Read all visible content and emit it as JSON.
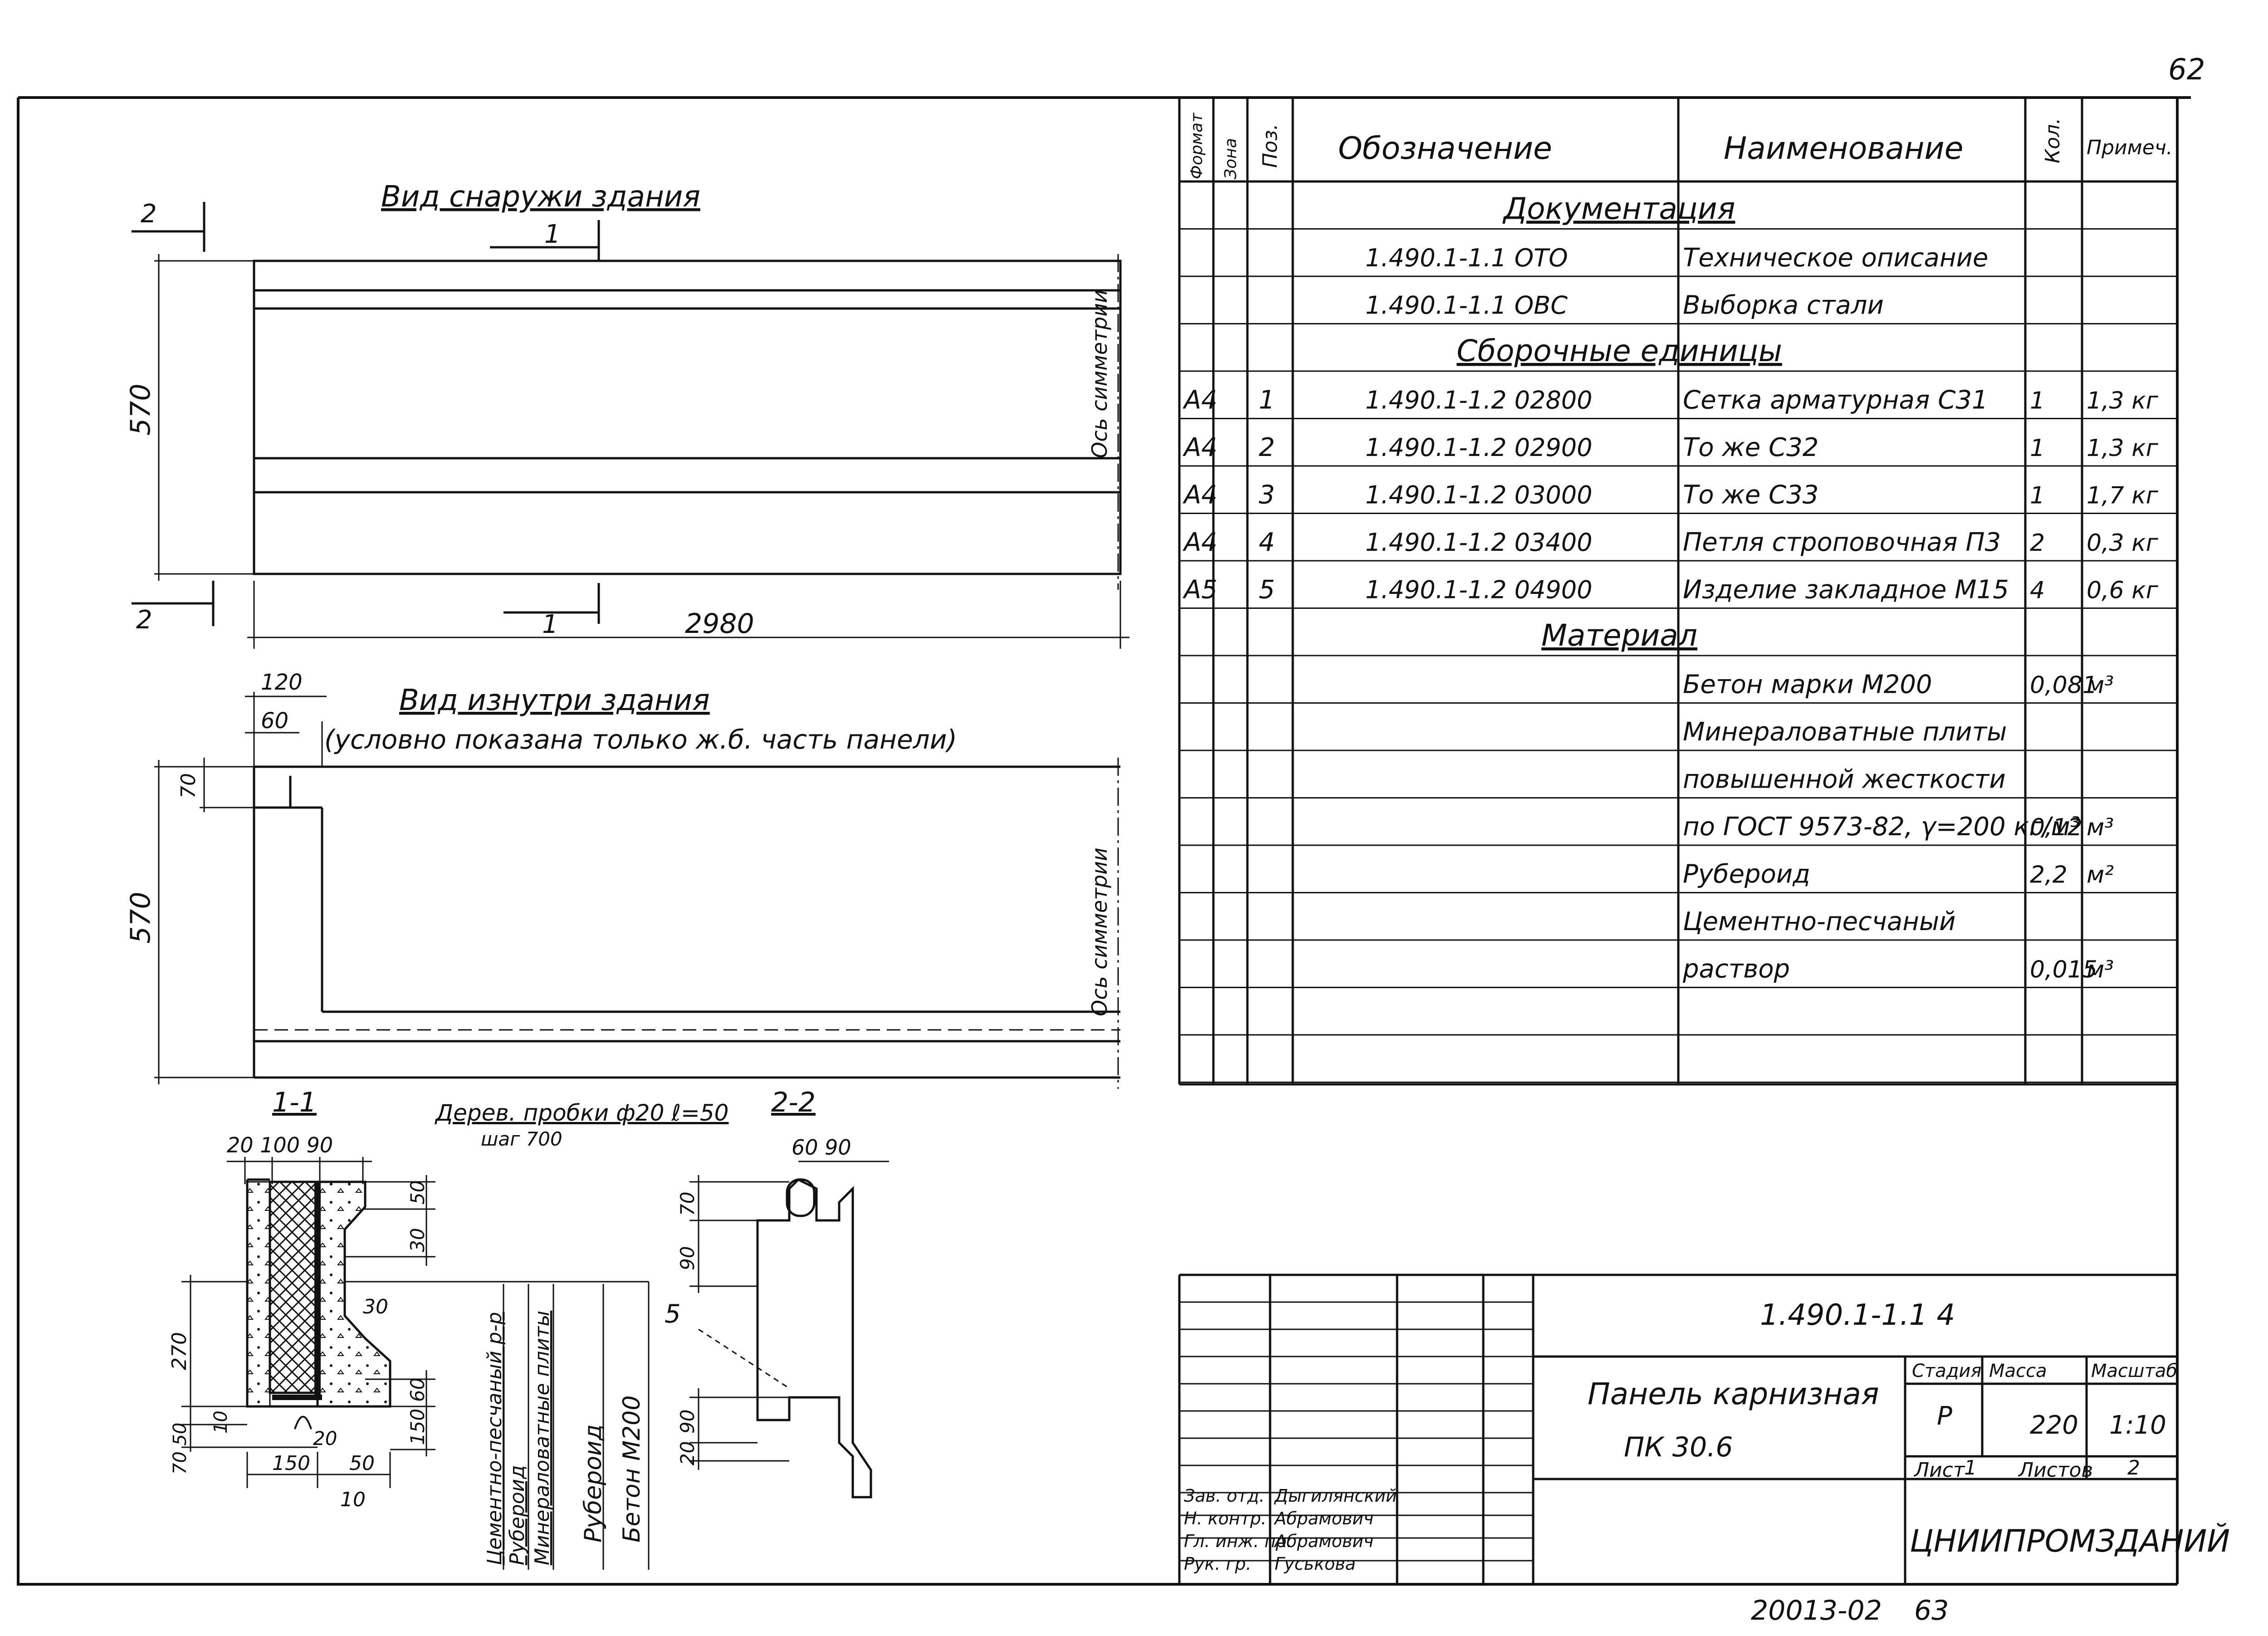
{
  "page": {
    "number": "62",
    "footer_code": "20013-02",
    "footer_page": "63"
  },
  "views": {
    "outside": {
      "title": "Вид снаружи здания",
      "section_mark_1": "1",
      "section_mark_2": "2",
      "height_dim": "570",
      "length_dim": "2980",
      "axis_label": "Ось симметрии"
    },
    "inside": {
      "title": "Вид изнутри здания",
      "note": "(условно показана только ж.б. часть панели)",
      "dim_120": "120",
      "dim_60": "60",
      "dim_70": "70",
      "height_dim": "570",
      "axis_label": "Ось симметрии"
    }
  },
  "section_1": {
    "title": "1-1",
    "note": "Дерев. пробки ф20 ℓ=50",
    "note2": "шаг 700",
    "dims": {
      "top": "20  100  90",
      "d50a": "50",
      "d30a": "30",
      "d30b": "30",
      "d270": "270",
      "d60": "60",
      "d150v": "150",
      "d10": "10",
      "d70_50": "70  50",
      "d20": "20",
      "d150h": "150",
      "d50b": "50",
      "d10b": "10"
    },
    "legend": [
      "Цементно-песчаный р-р",
      "Рубероид",
      "Минераловатные плиты",
      "Рубероид",
      "Бетон М200"
    ]
  },
  "section_2": {
    "title": "2-2",
    "dims": {
      "top": "60  90",
      "d70": "70",
      "d90a": "90",
      "d90b": "90",
      "d20": "20"
    },
    "pos_label": "5"
  },
  "spec_table": {
    "headers": {
      "format": "Формат",
      "zone": "Зона",
      "pos": "Поз.",
      "designation": "Обозначение",
      "name": "Наименование",
      "qty": "Кол.",
      "note": "Примеч."
    },
    "rows": [
      {
        "section": "Документация"
      },
      {
        "designation": "1.490.1-1.1 ОТО",
        "name": "Техническое описание"
      },
      {
        "designation": "1.490.1-1.1 ОВС",
        "name": "Выборка стали"
      },
      {
        "section": "Сборочные единицы"
      },
      {
        "format": "А4",
        "pos": "1",
        "designation": "1.490.1-1.2 02800",
        "name": "Сетка арматурная С31",
        "qty": "1",
        "note": "1,3 кг"
      },
      {
        "format": "А4",
        "pos": "2",
        "designation": "1.490.1-1.2 02900",
        "name": "То же      С32",
        "qty": "1",
        "note": "1,3 кг"
      },
      {
        "format": "А4",
        "pos": "3",
        "designation": "1.490.1-1.2 03000",
        "name": "То же      С33",
        "qty": "1",
        "note": "1,7 кг"
      },
      {
        "format": "А4",
        "pos": "4",
        "designation": "1.490.1-1.2 03400",
        "name": "Петля строповочная П3",
        "qty": "2",
        "note": "0,3 кг"
      },
      {
        "format": "А5",
        "pos": "5",
        "designation": "1.490.1-1.2 04900",
        "name": "Изделие закладное М15",
        "qty": "4",
        "note": "0,6 кг"
      },
      {
        "section": "Материал"
      },
      {
        "name": "Бетон марки М200",
        "qty": "0,081",
        "note": "м³"
      },
      {
        "name": "Минераловатные плиты"
      },
      {
        "name": "повышенной жесткости"
      },
      {
        "name": "по ГОСТ 9573-82, γ=200 кг/м³",
        "qty": "0,12",
        "note": "м³"
      },
      {
        "name": "Рубероид",
        "qty": "2,2",
        "note": "м²"
      },
      {
        "name": "Цементно-песчаный"
      },
      {
        "name": "раствор",
        "qty": "0,015",
        "note": "м³"
      },
      {},
      {}
    ]
  },
  "title_block": {
    "code": "1.490.1-1.1 4",
    "product_name": "Панель карнизная",
    "product_mark": "ПК 30.6",
    "stage_label": "Стадия",
    "mass_label": "Масса",
    "scale_label": "Масштаб",
    "stage": "Р",
    "mass": "220",
    "scale": "1:10",
    "sheet_label": "Лист",
    "sheet": "1",
    "sheets_label": "Листов",
    "sheets": "2",
    "organization": "ЦНИИПРОМЗДАНИЙ",
    "staff": [
      {
        "role": "Зав. отд.",
        "name": "Дыгилянский"
      },
      {
        "role": "Н. контр.",
        "name": "Абрамович"
      },
      {
        "role": "Гл. инж. пр.",
        "name": "Абрамович"
      },
      {
        "role": "Рук. гр.",
        "name": "Гуськова"
      }
    ]
  }
}
